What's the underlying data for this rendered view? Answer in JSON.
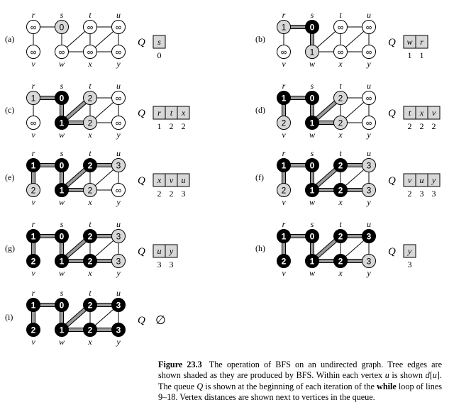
{
  "figure": {
    "number": "Figure 23.3",
    "caption_parts": [
      {
        "t": "The operation of BFS on an undirected graph. Tree edges are shown shaded as they are produced by BFS. Within each vertex "
      },
      {
        "t": "u",
        "i": true
      },
      {
        "t": " is shown "
      },
      {
        "t": "d",
        "i": true
      },
      {
        "t": "["
      },
      {
        "t": "u",
        "i": true
      },
      {
        "t": "]. The queue "
      },
      {
        "t": "Q",
        "i": true
      },
      {
        "t": " is shown at the beginning of each iteration of the "
      },
      {
        "t": "while",
        "b": true
      },
      {
        "t": " loop of lines 9–18. Vertex distances are shown next to vertices in the queue."
      }
    ],
    "queue_label": "Q",
    "empty_symbol": "∅",
    "vertices": [
      "r",
      "s",
      "t",
      "u",
      "v",
      "w",
      "x",
      "y"
    ],
    "edges": [
      [
        "r",
        "s"
      ],
      [
        "r",
        "v"
      ],
      [
        "s",
        "w"
      ],
      [
        "w",
        "t"
      ],
      [
        "w",
        "x"
      ],
      [
        "t",
        "x"
      ],
      [
        "t",
        "u"
      ],
      [
        "x",
        "u"
      ],
      [
        "x",
        "y"
      ],
      [
        "u",
        "y"
      ]
    ],
    "colors": {
      "white": "#ffffff",
      "gray": "#d8d8d8",
      "black": "#000000",
      "tree_edge": "#9a9a9a"
    },
    "panels": [
      {
        "label": "(a)",
        "d": {
          "r": "∞",
          "s": "0",
          "t": "∞",
          "u": "∞",
          "v": "∞",
          "w": "∞",
          "x": "∞",
          "y": "∞"
        },
        "color": {
          "r": "white",
          "s": "gray",
          "t": "white",
          "u": "white",
          "v": "white",
          "w": "white",
          "x": "white",
          "y": "white"
        },
        "tree": [],
        "queue": [
          {
            "v": "s",
            "d": "0"
          }
        ]
      },
      {
        "label": "(b)",
        "d": {
          "r": "1",
          "s": "0",
          "t": "∞",
          "u": "∞",
          "v": "∞",
          "w": "1",
          "x": "∞",
          "y": "∞"
        },
        "color": {
          "r": "gray",
          "s": "black",
          "t": "white",
          "u": "white",
          "v": "white",
          "w": "gray",
          "x": "white",
          "y": "white"
        },
        "tree": [
          [
            "r",
            "s"
          ],
          [
            "s",
            "w"
          ]
        ],
        "queue": [
          {
            "v": "w",
            "d": "1"
          },
          {
            "v": "r",
            "d": "1"
          }
        ]
      },
      {
        "label": "(c)",
        "d": {
          "r": "1",
          "s": "0",
          "t": "2",
          "u": "∞",
          "v": "∞",
          "w": "1",
          "x": "2",
          "y": "∞"
        },
        "color": {
          "r": "gray",
          "s": "black",
          "t": "gray",
          "u": "white",
          "v": "white",
          "w": "black",
          "x": "gray",
          "y": "white"
        },
        "tree": [
          [
            "r",
            "s"
          ],
          [
            "s",
            "w"
          ],
          [
            "w",
            "t"
          ],
          [
            "w",
            "x"
          ]
        ],
        "queue": [
          {
            "v": "r",
            "d": "1"
          },
          {
            "v": "t",
            "d": "2"
          },
          {
            "v": "x",
            "d": "2"
          }
        ]
      },
      {
        "label": "(d)",
        "d": {
          "r": "1",
          "s": "0",
          "t": "2",
          "u": "∞",
          "v": "2",
          "w": "1",
          "x": "2",
          "y": "∞"
        },
        "color": {
          "r": "black",
          "s": "black",
          "t": "gray",
          "u": "white",
          "v": "gray",
          "w": "black",
          "x": "gray",
          "y": "white"
        },
        "tree": [
          [
            "r",
            "s"
          ],
          [
            "s",
            "w"
          ],
          [
            "w",
            "t"
          ],
          [
            "w",
            "x"
          ],
          [
            "r",
            "v"
          ]
        ],
        "queue": [
          {
            "v": "t",
            "d": "2"
          },
          {
            "v": "x",
            "d": "2"
          },
          {
            "v": "v",
            "d": "2"
          }
        ]
      },
      {
        "label": "(e)",
        "d": {
          "r": "1",
          "s": "0",
          "t": "2",
          "u": "3",
          "v": "2",
          "w": "1",
          "x": "2",
          "y": "∞"
        },
        "color": {
          "r": "black",
          "s": "black",
          "t": "black",
          "u": "gray",
          "v": "gray",
          "w": "black",
          "x": "gray",
          "y": "white"
        },
        "tree": [
          [
            "r",
            "s"
          ],
          [
            "s",
            "w"
          ],
          [
            "w",
            "t"
          ],
          [
            "w",
            "x"
          ],
          [
            "r",
            "v"
          ],
          [
            "t",
            "u"
          ]
        ],
        "queue": [
          {
            "v": "x",
            "d": "2"
          },
          {
            "v": "v",
            "d": "2"
          },
          {
            "v": "u",
            "d": "3"
          }
        ]
      },
      {
        "label": "(f)",
        "d": {
          "r": "1",
          "s": "0",
          "t": "2",
          "u": "3",
          "v": "2",
          "w": "1",
          "x": "2",
          "y": "3"
        },
        "color": {
          "r": "black",
          "s": "black",
          "t": "black",
          "u": "gray",
          "v": "gray",
          "w": "black",
          "x": "black",
          "y": "gray"
        },
        "tree": [
          [
            "r",
            "s"
          ],
          [
            "s",
            "w"
          ],
          [
            "w",
            "t"
          ],
          [
            "w",
            "x"
          ],
          [
            "r",
            "v"
          ],
          [
            "t",
            "u"
          ],
          [
            "x",
            "y"
          ]
        ],
        "queue": [
          {
            "v": "v",
            "d": "2"
          },
          {
            "v": "u",
            "d": "3"
          },
          {
            "v": "y",
            "d": "3"
          }
        ]
      },
      {
        "label": "(g)",
        "d": {
          "r": "1",
          "s": "0",
          "t": "2",
          "u": "3",
          "v": "2",
          "w": "1",
          "x": "2",
          "y": "3"
        },
        "color": {
          "r": "black",
          "s": "black",
          "t": "black",
          "u": "gray",
          "v": "black",
          "w": "black",
          "x": "black",
          "y": "gray"
        },
        "tree": [
          [
            "r",
            "s"
          ],
          [
            "s",
            "w"
          ],
          [
            "w",
            "t"
          ],
          [
            "w",
            "x"
          ],
          [
            "r",
            "v"
          ],
          [
            "t",
            "u"
          ],
          [
            "x",
            "y"
          ]
        ],
        "queue": [
          {
            "v": "u",
            "d": "3"
          },
          {
            "v": "y",
            "d": "3"
          }
        ]
      },
      {
        "label": "(h)",
        "d": {
          "r": "1",
          "s": "0",
          "t": "2",
          "u": "3",
          "v": "2",
          "w": "1",
          "x": "2",
          "y": "3"
        },
        "color": {
          "r": "black",
          "s": "black",
          "t": "black",
          "u": "black",
          "v": "black",
          "w": "black",
          "x": "black",
          "y": "gray"
        },
        "tree": [
          [
            "r",
            "s"
          ],
          [
            "s",
            "w"
          ],
          [
            "w",
            "t"
          ],
          [
            "w",
            "x"
          ],
          [
            "r",
            "v"
          ],
          [
            "t",
            "u"
          ],
          [
            "x",
            "y"
          ]
        ],
        "queue": [
          {
            "v": "y",
            "d": "3"
          }
        ]
      },
      {
        "label": "(i)",
        "d": {
          "r": "1",
          "s": "0",
          "t": "2",
          "u": "3",
          "v": "2",
          "w": "1",
          "x": "2",
          "y": "3"
        },
        "color": {
          "r": "black",
          "s": "black",
          "t": "black",
          "u": "black",
          "v": "black",
          "w": "black",
          "x": "black",
          "y": "black"
        },
        "tree": [
          [
            "r",
            "s"
          ],
          [
            "s",
            "w"
          ],
          [
            "w",
            "t"
          ],
          [
            "w",
            "x"
          ],
          [
            "r",
            "v"
          ],
          [
            "t",
            "u"
          ],
          [
            "x",
            "y"
          ]
        ],
        "queue": []
      }
    ]
  }
}
